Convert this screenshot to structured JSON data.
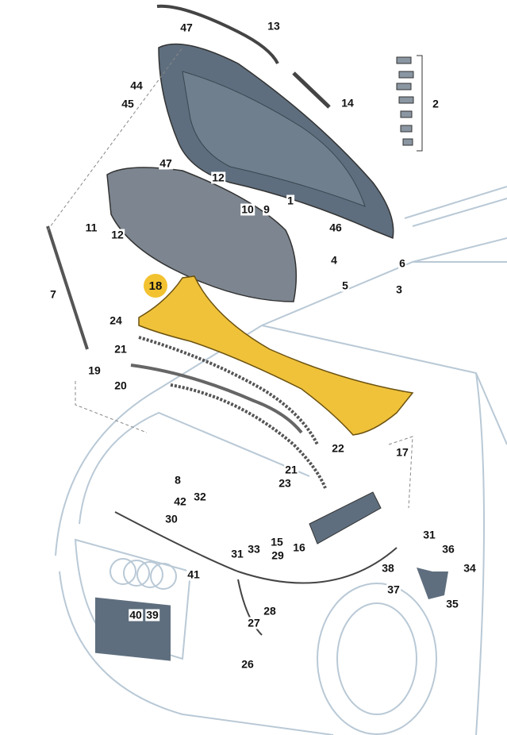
{
  "diagram_title": "",
  "highlighted_part": "18",
  "colors": {
    "hood": "#5e6e7e",
    "insulation": "#7d8690",
    "cowl": "#f0c23a",
    "car_lines": "#b9c9d6",
    "badge": "#f2c230"
  },
  "callouts": [
    "47",
    "13",
    "44",
    "45",
    "14",
    "2",
    "47",
    "12",
    "10",
    "9",
    "1",
    "11",
    "12",
    "46",
    "4",
    "6",
    "5",
    "3",
    "7",
    "24",
    "21",
    "19",
    "20",
    "22",
    "17",
    "21",
    "23",
    "8",
    "42",
    "32",
    "30",
    "15",
    "16",
    "31",
    "36",
    "31",
    "33",
    "29",
    "38",
    "34",
    "41",
    "37",
    "40",
    "39",
    "28",
    "35",
    "27",
    "26"
  ]
}
